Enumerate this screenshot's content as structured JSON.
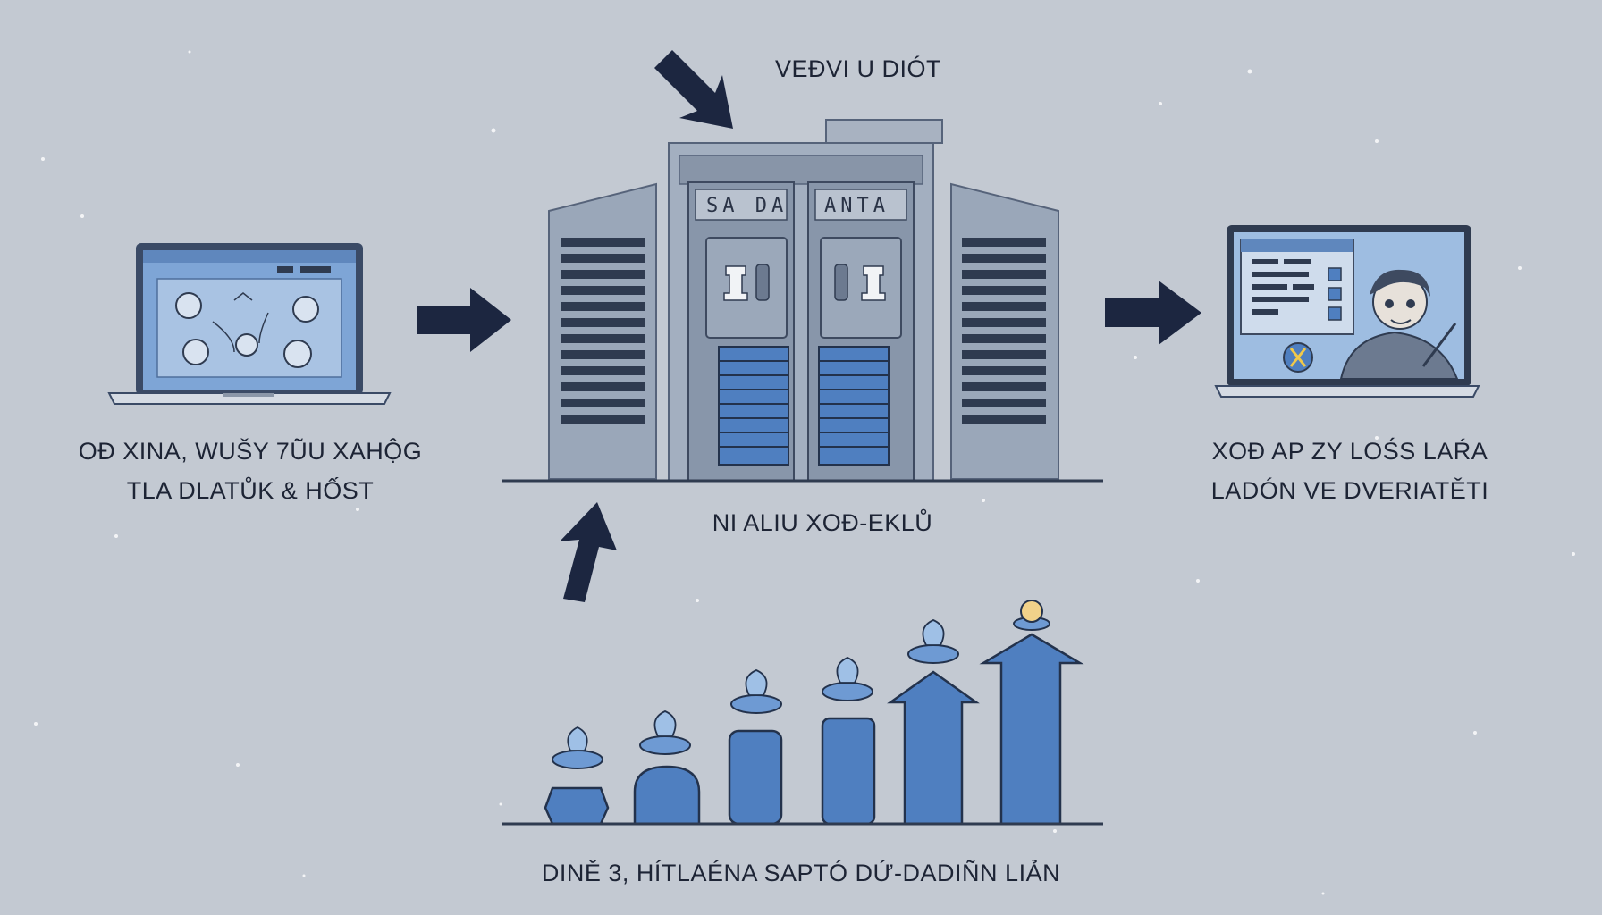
{
  "diagram": {
    "top_label": "VEĐVI U DIÓT",
    "server_panel_left": "SA DA",
    "server_panel_right": "ANTA",
    "server_caption": "NI ALIU XOĐ-EKLŮ",
    "left_caption": [
      "OĐ XINA, WUŠY 7ŨU XAHỘG",
      "TLA DLATŮK & HỐST"
    ],
    "right_caption": [
      "XOĐ AP ZY LOŚS LAŔA",
      "LADÓN VE DVERIATĚTI"
    ],
    "bottom_caption": "DINĚ 3, HÍTLAÉNA SAPTÓ DỨ-DADIÑN LIẢN"
  },
  "colors": {
    "background": "#c3c9d2",
    "arrow": "#1c2640",
    "server_body": "#9aa7b9",
    "server_dark": "#2f3b50",
    "accent_blue": "#4f7fc0",
    "screen_blue": "#7ea5d6"
  },
  "icons": [
    "laptop-icon",
    "server-rack-icon",
    "bar-growth-icon",
    "monitor-person-icon",
    "arrow-icon"
  ]
}
